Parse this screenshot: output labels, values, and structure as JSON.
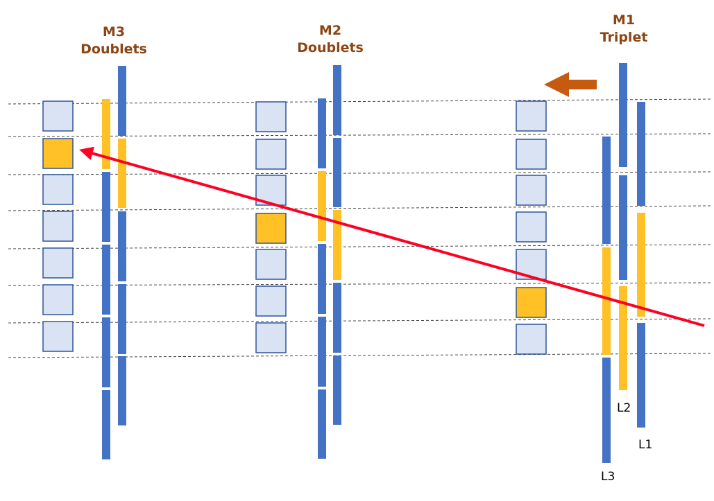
{
  "stations": [
    {
      "id": "m3",
      "title_line1": "M3",
      "title_line2": "Doublets"
    },
    {
      "id": "m2",
      "title_line1": "M2",
      "title_line2": "Doublets"
    },
    {
      "id": "m1",
      "title_line1": "M1",
      "title_line2": "Triplet"
    }
  ],
  "layers": {
    "l1": "L1",
    "l2": "L2",
    "l3": "L3"
  },
  "colors": {
    "title": "#8B4513",
    "strip": "#4472C4",
    "strip_hit": "#FFC125",
    "pad_fill": "#DAE3F3",
    "pad_border": "#2F5597",
    "pad_hit": "#FFC125",
    "track": "#FF0022",
    "direction_arrow": "#C55A11",
    "grid_line": "#444444"
  },
  "pad_hits": {
    "m3": 2,
    "m2": 4,
    "m1": 6
  },
  "pads_per_column": 7
}
